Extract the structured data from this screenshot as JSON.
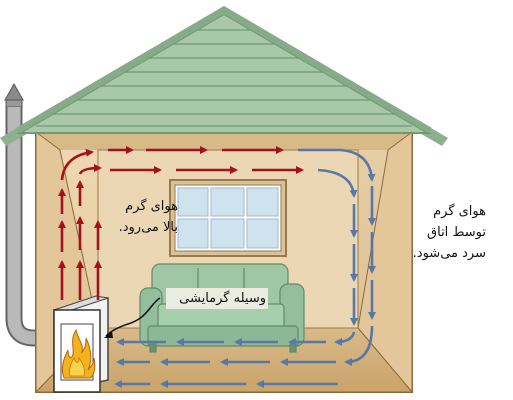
{
  "labels": {
    "warm_air_rises": [
      "هوای گرم",
      "بالا می‌رود."
    ],
    "warm_air_cools": [
      "هوای گرم",
      "توسط اتاق",
      "سرد می‌شود."
    ],
    "heater": "وسیله گرمایشی"
  },
  "colors": {
    "warm_arrow": "#a3111b",
    "cool_arrow": "#5878a8",
    "roof": "#a8c8a8",
    "roof_lines": "#6f9a74",
    "wall": "#e7cfa6",
    "sofa": "#9fc7a6",
    "heater_body": "#ffffff",
    "flame": "#f4b21c"
  }
}
